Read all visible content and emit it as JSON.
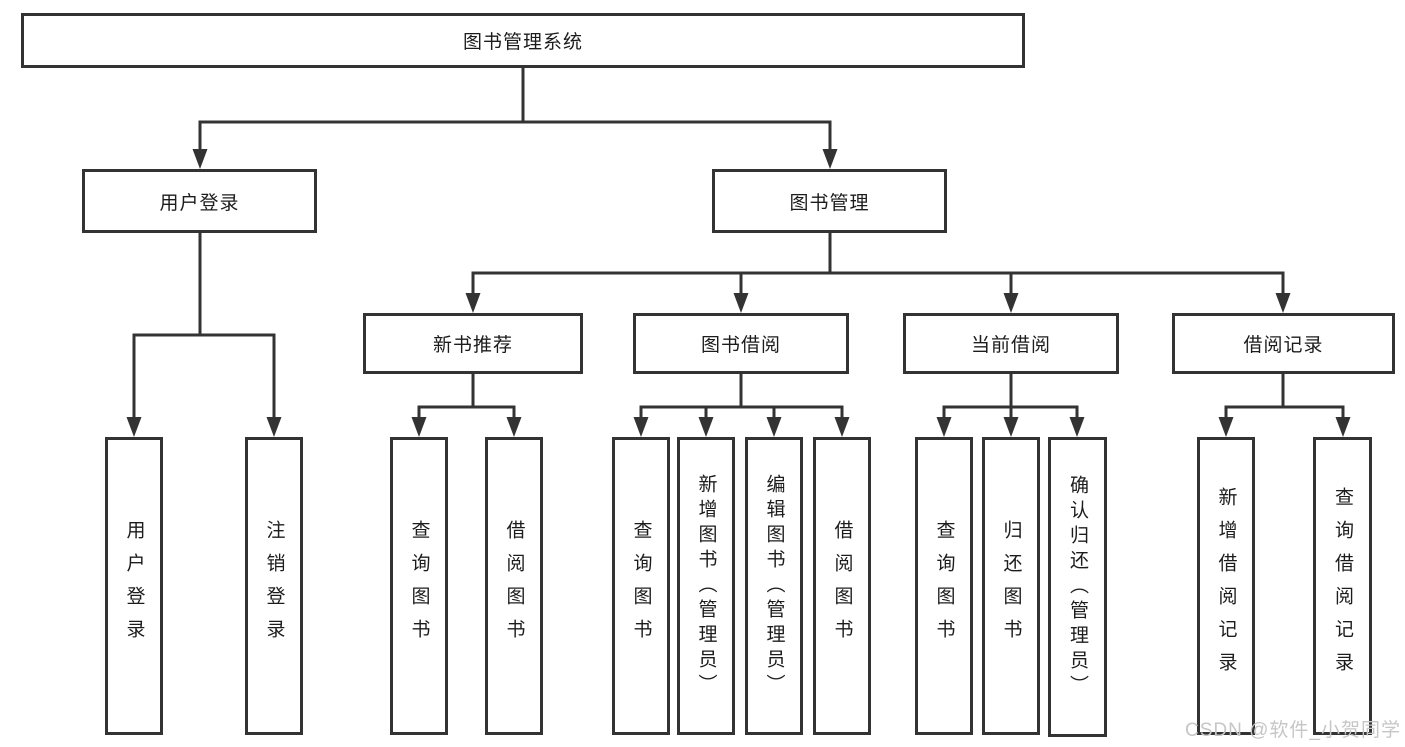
{
  "diagram": {
    "root": "图书管理系统",
    "level1": [
      "用户登录",
      "图书管理"
    ],
    "level2": [
      "新书推荐",
      "图书借阅",
      "当前借阅",
      "借阅记录"
    ],
    "user_leaves": [
      "用户登录",
      "注销登录"
    ],
    "recommend_leaves": [
      "查询图书",
      "借阅图书"
    ],
    "borrow_leaves": [
      "查询图书",
      "新增图书（管理员）",
      "编辑图书（管理员）",
      "借阅图书"
    ],
    "current_leaves": [
      "查询图书",
      "归还图书",
      "确认归还（管理员）"
    ],
    "record_leaves": [
      "新增借阅记录",
      "查询借阅记录"
    ]
  },
  "watermark": "CSDN @软件_小贺同学",
  "colors": {
    "line": "#333333",
    "text": "#1c1c1c",
    "box_bg": "#ffffff",
    "page_bg": "#ffffff",
    "watermark": "#c6c6c6"
  }
}
